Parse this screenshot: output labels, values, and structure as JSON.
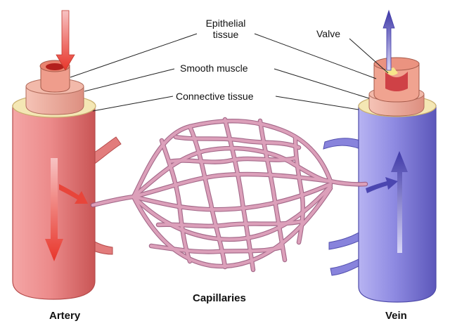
{
  "labels": {
    "epithelial": "Epithelial\ntissue",
    "smooth_muscle": "Smooth muscle",
    "connective": "Connective tissue",
    "valve": "Valve",
    "artery": "Artery",
    "capillaries": "Capillaries",
    "vein": "Vein"
  },
  "colors": {
    "artery": "#e98080",
    "artery_dark": "#c94a4a",
    "artery_arrow": "#e8453a",
    "vein": "#8a86e0",
    "vein_dark": "#5a55b8",
    "vein_arrow": "#4b46b0",
    "connective": "#f3e6b0",
    "muscle": "#f2b6a8",
    "capillary": "#d596b2",
    "capillary_edge": "#9c5a7e"
  }
}
